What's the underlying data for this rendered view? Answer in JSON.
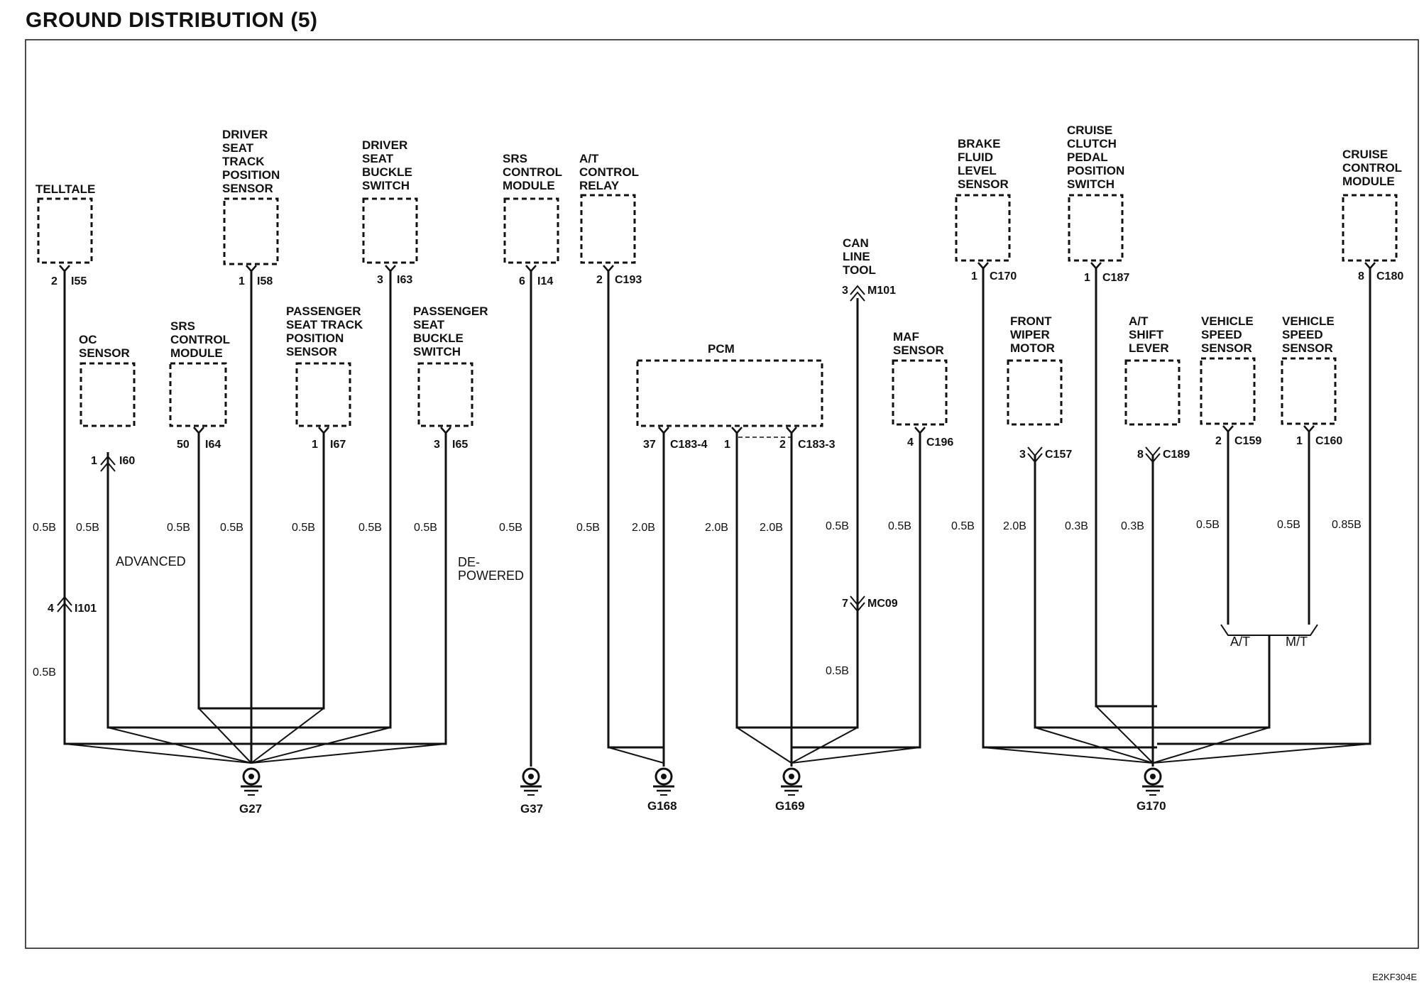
{
  "title": "GROUND DISTRIBUTION (5)",
  "diagram_code": "E2KF304E",
  "components": [
    {
      "id": "telltale",
      "name": [
        "TELLTALE"
      ],
      "pin": "2",
      "connector": "I55",
      "wire": "0.5B"
    },
    {
      "id": "driver-seat-track",
      "name": [
        "DRIVER",
        "SEAT",
        "TRACK",
        "POSITION",
        "SENSOR"
      ],
      "pin": "1",
      "connector": "I58",
      "wire": "0.5B"
    },
    {
      "id": "driver-seat-buckle",
      "name": [
        "DRIVER",
        "SEAT",
        "BUCKLE",
        "SWITCH"
      ],
      "pin": "3",
      "connector": "I63",
      "wire": "0.5B"
    },
    {
      "id": "srs-module-1",
      "name": [
        "SRS",
        "CONTROL",
        "MODULE"
      ],
      "pin": "6",
      "connector": "I14",
      "wire": "0.5B"
    },
    {
      "id": "at-relay",
      "name": [
        "A/T",
        "CONTROL",
        "RELAY"
      ],
      "pin": "2",
      "connector": "C193",
      "wire": "0.5B"
    },
    {
      "id": "oc-sensor",
      "name": [
        "OC",
        "SENSOR"
      ],
      "pin": "1",
      "connector": "I60",
      "wire": "0.5B"
    },
    {
      "id": "srs-module-2",
      "name": [
        "SRS",
        "CONTROL",
        "MODULE"
      ],
      "pin": "50",
      "connector": "I64",
      "wire": "0.5B"
    },
    {
      "id": "pass-seat-track",
      "name": [
        "PASSENGER",
        "SEAT TRACK",
        "POSITION",
        "SENSOR"
      ],
      "pin": "1",
      "connector": "I67",
      "wire": "0.5B"
    },
    {
      "id": "pass-seat-buckle",
      "name": [
        "PASSENGER",
        "SEAT",
        "BUCKLE",
        "SWITCH"
      ],
      "pin": "3",
      "connector": "I65",
      "wire": "0.5B"
    },
    {
      "id": "pcm",
      "name": [
        "PCM"
      ],
      "pins": [
        "37",
        "1",
        "2"
      ],
      "connectors": [
        "C183-4",
        "C183-3"
      ],
      "wires": [
        "2.0B",
        "2.0B",
        "2.0B"
      ]
    },
    {
      "id": "can-tool",
      "name": [
        "CAN",
        "LINE",
        "TOOL"
      ],
      "pin": "3",
      "connector": "M101",
      "inline_pin": "7",
      "inline_connector": "MC09",
      "wires": [
        "0.5B",
        "0.5B"
      ]
    },
    {
      "id": "maf-sensor",
      "name": [
        "MAF",
        "SENSOR"
      ],
      "pin": "4",
      "connector": "C196",
      "wire": "0.5B"
    },
    {
      "id": "brake-fluid",
      "name": [
        "BRAKE",
        "FLUID",
        "LEVEL",
        "SENSOR"
      ],
      "pin": "1",
      "connector": "C170",
      "wire": "0.5B"
    },
    {
      "id": "cruise-clutch",
      "name": [
        "CRUISE",
        "CLUTCH",
        "PEDAL",
        "POSITION",
        "SWITCH"
      ],
      "pin": "1",
      "connector": "C187",
      "wire": "0.3B"
    },
    {
      "id": "cruise-module",
      "name": [
        "CRUISE",
        "CONTROL",
        "MODULE"
      ],
      "pin": "8",
      "connector": "C180",
      "wire": "0.85B"
    },
    {
      "id": "wiper-motor",
      "name": [
        "FRONT",
        "WIPER",
        "MOTOR"
      ],
      "pin": "3",
      "connector": "C157",
      "wire": "2.0B"
    },
    {
      "id": "at-shift",
      "name": [
        "A/T",
        "SHIFT",
        "LEVER"
      ],
      "pin": "8",
      "connector": "C189",
      "wire": "0.3B"
    },
    {
      "id": "vss-at",
      "name": [
        "VEHICLE",
        "SPEED",
        "SENSOR"
      ],
      "pin": "2",
      "connector": "C159",
      "wire": "0.5B"
    },
    {
      "id": "vss-mt",
      "name": [
        "VEHICLE",
        "SPEED",
        "SENSOR"
      ],
      "pin": "1",
      "connector": "C160",
      "wire": "0.5B"
    }
  ],
  "inline_connectors": {
    "telltale": {
      "pin": "4",
      "connector": "I101",
      "wire_below": "0.5B"
    }
  },
  "notes": {
    "advanced": "ADVANCED",
    "depowered": [
      "DE-",
      "POWERED"
    ],
    "at": "A/T",
    "mt": "M/T"
  },
  "grounds": [
    "G27",
    "G37",
    "G168",
    "G169",
    "G170"
  ]
}
